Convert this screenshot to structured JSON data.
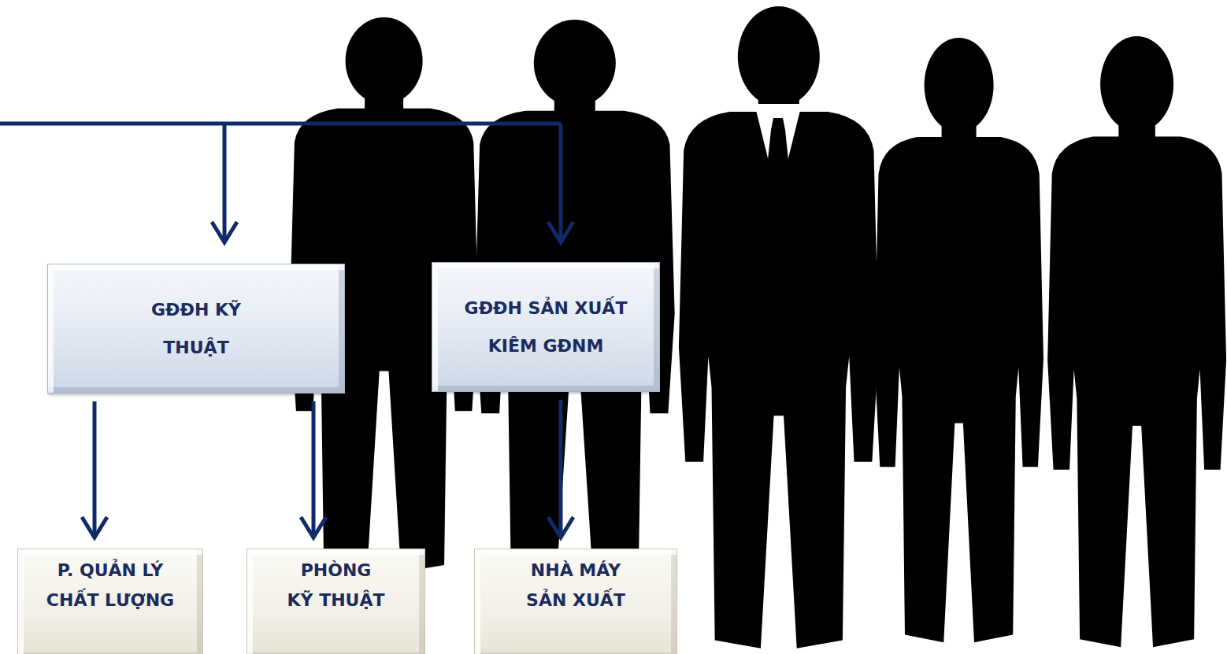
{
  "diagram": {
    "nodes": [
      {
        "text": [
          "GĐĐH KỸ THUẬT"
        ]
      },
      {
        "text": [
          "GĐĐH SẢN XUẤT KIÊM GĐNM"
        ]
      },
      {
        "text": [
          "P. QUẢN LÝ CHẤT LƯỢNG"
        ]
      },
      {
        "text": [
          "PHÒNG KỸ THUẬT"
        ]
      },
      {
        "text": [
          "NHÀ MÁY SẢN XUẤT"
        ]
      }
    ],
    "edges": [
      {
        "from": 0,
        "to": 2,
        "arrow": "to"
      },
      {
        "from": 0,
        "to": 3,
        "arrow": "to"
      },
      {
        "from": 1,
        "to": 4,
        "arrow": "to"
      }
    ]
  }
}
